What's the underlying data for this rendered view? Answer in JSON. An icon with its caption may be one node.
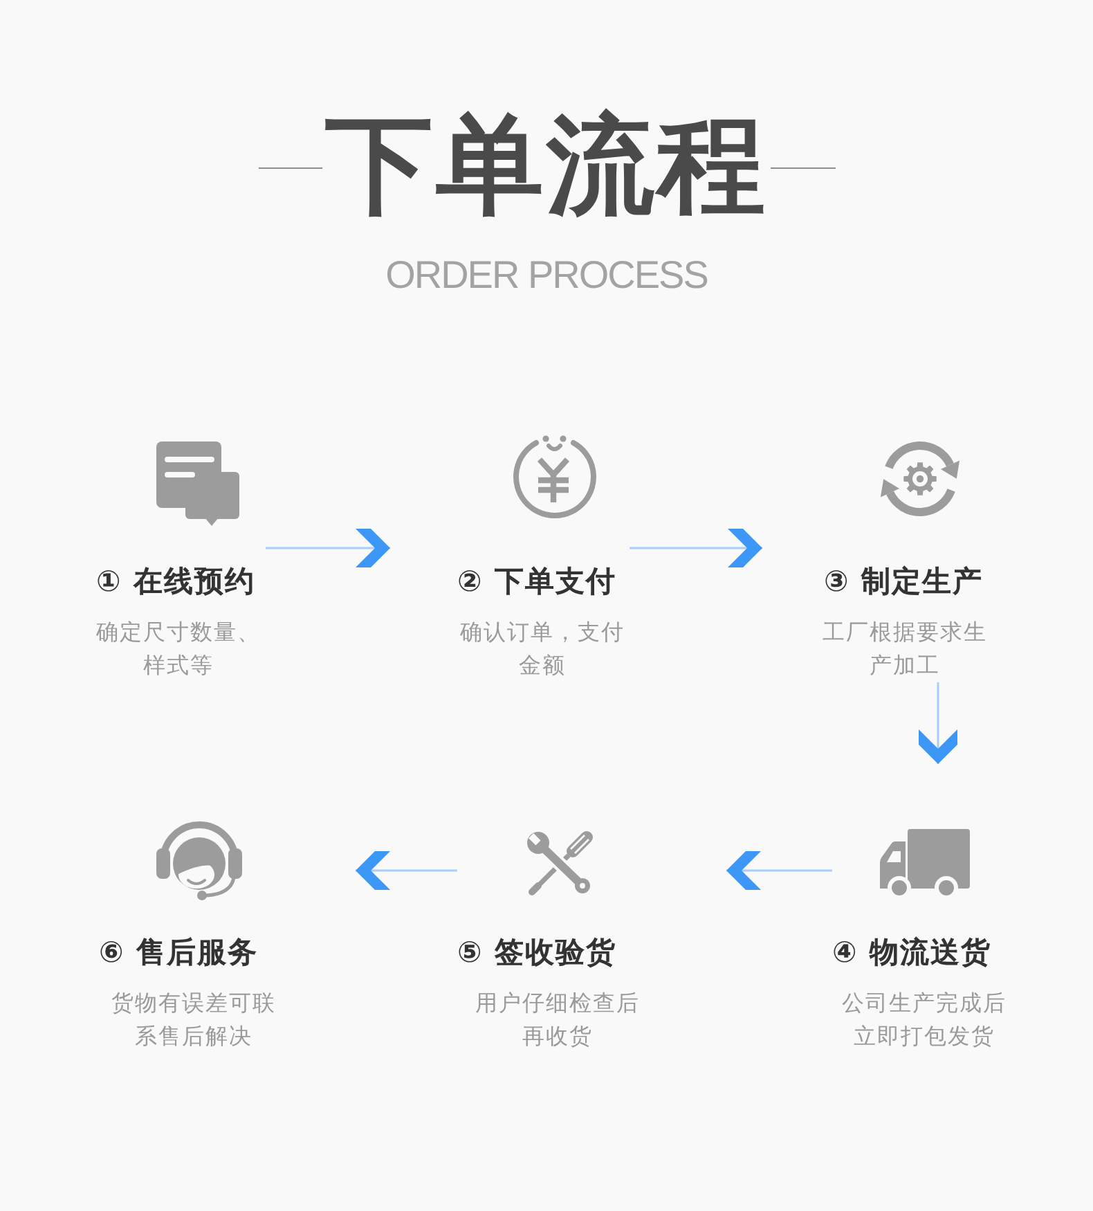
{
  "diagram": {
    "title": "下单流程",
    "nodes": [
      {
        "text": [
          "① 在线预约",
          "确定尺寸数量、样式等"
        ]
      },
      {
        "text": [
          "② 下单支付",
          "确认订单，支付金额"
        ]
      },
      {
        "text": [
          "③ 制定生产",
          "工厂根据要求生产加工"
        ]
      },
      {
        "text": [
          "④ 物流送货",
          "公司生产完成后立即打包发货"
        ]
      },
      {
        "text": [
          "⑤ 签收验货",
          "用户仔细检查后再收货"
        ]
      },
      {
        "text": [
          "⑥ 售后服务",
          "货物有误差可联系售后解决"
        ]
      }
    ],
    "edges": [
      {
        "from": 0,
        "to": 1,
        "arrow": "to"
      },
      {
        "from": 1,
        "to": 2,
        "arrow": "to"
      },
      {
        "from": 2,
        "to": 3,
        "arrow": "to"
      },
      {
        "from": 3,
        "to": 4,
        "arrow": "to"
      },
      {
        "from": 4,
        "to": 5,
        "arrow": "to"
      }
    ],
    "labels": [
      "ORDER PROCESS"
    ]
  }
}
